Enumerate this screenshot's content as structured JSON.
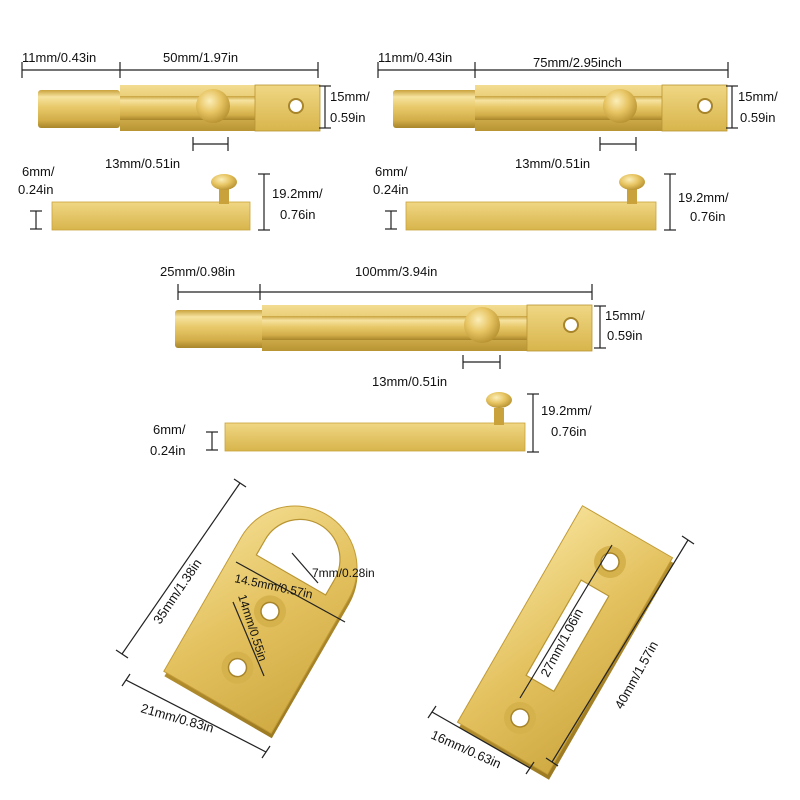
{
  "colors": {
    "brass_light": "#f2d98a",
    "brass_mid": "#d9b44a",
    "brass_dark": "#a8852a",
    "brass_shadow": "#8a6a1e",
    "dimension_line": "#222222",
    "background": "#ffffff"
  },
  "bolt_small": {
    "offset_label": "11mm/0.43in",
    "length_label": "50mm/1.97in",
    "height_label_line1": "15mm/",
    "height_label_line2": "0.59in",
    "slot_label": "13mm/0.51in",
    "thickness_label_line1": "6mm/",
    "thickness_label_line2": "0.24in",
    "knob_height_label_line1": "19.2mm/",
    "knob_height_label_line2": "0.76in"
  },
  "bolt_medium": {
    "offset_label": "11mm/0.43in",
    "length_label": "75mm/2.95inch",
    "height_label_line1": "15mm/",
    "height_label_line2": "0.59in",
    "slot_label": "13mm/0.51in",
    "thickness_label_line1": "6mm/",
    "thickness_label_line2": "0.24in",
    "knob_height_label_line1": "19.2mm/",
    "knob_height_label_line2": "0.76in"
  },
  "bolt_large": {
    "offset_label": "25mm/0.98in",
    "length_label": "100mm/3.94in",
    "height_label_line1": "15mm/",
    "height_label_line2": "0.59in",
    "slot_label": "13mm/0.51in",
    "thickness_label_line1": "6mm/",
    "thickness_label_line2": "0.24in",
    "knob_height_label_line1": "19.2mm/",
    "knob_height_label_line2": "0.76in"
  },
  "round_plate": {
    "height_label": "35mm/1.38in",
    "width_label": "21mm/0.83in",
    "cutout_depth_label": "7mm/0.28in",
    "cutout_width_label": "14.5mm/0.57in",
    "hole_spacing_label": "14mm/0.55in"
  },
  "rect_plate": {
    "height_label": "40mm/1.57in",
    "width_label": "16mm/0.63in",
    "hole_spacing_label": "27mm/1.06in"
  }
}
